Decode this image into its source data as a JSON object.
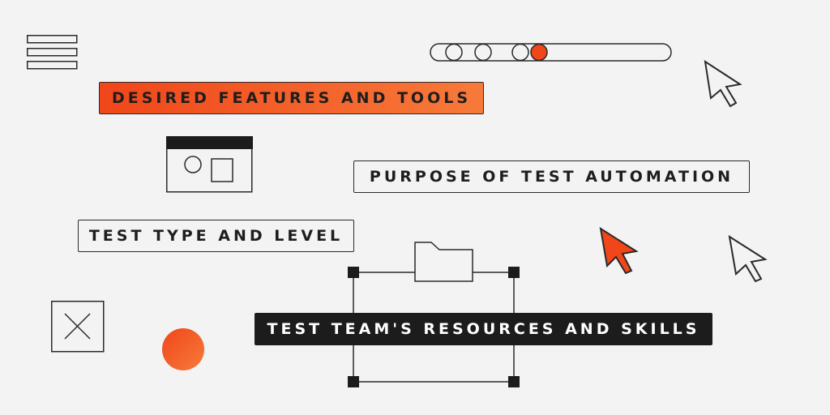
{
  "labels": {
    "features": "DESIRED FEATURES AND TOOLS",
    "purpose": "PURPOSE OF TEST AUTOMATION",
    "type_level": "TEST TYPE AND LEVEL",
    "resources": "TEST TEAM'S RESOURCES AND SKILLS"
  },
  "icons": {
    "menu": "hamburger-menu-icon",
    "slider": "slider-track",
    "cursors": [
      "cursor-outline-icon",
      "cursor-orange-icon",
      "cursor-outline-icon"
    ],
    "window": "window-icon",
    "folder": "folder-icon",
    "close": "close-icon",
    "circle": "orange-circle"
  },
  "colors": {
    "accent": "#f0461a",
    "accent_light": "#f77a3a",
    "dark": "#1c1c1c",
    "background": "#f3f3f3",
    "stroke": "#2a2a2a"
  }
}
